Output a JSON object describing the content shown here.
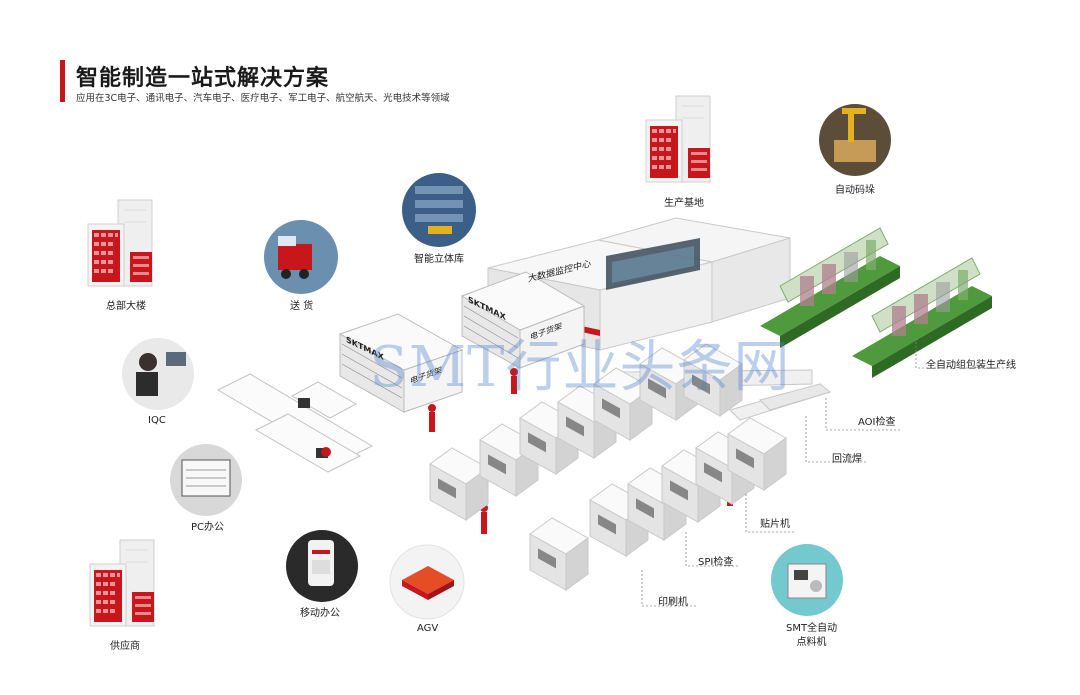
{
  "header": {
    "title": "智能制造一站式解决方案",
    "subtitle": "应用在3C电子、通讯电子、汽车电子、医疗电子、军工电子、航空航天、光电技术等领域"
  },
  "nodes": {
    "hq": "总部大楼",
    "delivery": "送 货",
    "warehouse": "智能立体库",
    "production_base": "生产基地",
    "palletizing": "自动码垛",
    "iqc": "IQC",
    "pc_office": "PC办公",
    "mobile_office": "移动办公",
    "agv": "AGV",
    "supplier": "供应商",
    "packaging_line": "全自动组包装生产线",
    "aoi": "AOI检查",
    "reflow": "回流焊",
    "placement": "贴片机",
    "spi": "SPI检查",
    "printer": "印刷机",
    "smt_counter_line1": "SMT全自动",
    "smt_counter_line2": "点料机"
  },
  "scene": {
    "monitor_center": "大数据监控中心",
    "brand_a": "SKTMAX",
    "brand_b": "SKTMAX",
    "cab_a": "电子货架",
    "cab_b": "电子货架"
  },
  "watermark": "SMT行业头条网",
  "colors": {
    "accent": "#c8161d",
    "watermark": "#5a86c8",
    "machine": "#f1f1f1",
    "dark": "#333333"
  }
}
